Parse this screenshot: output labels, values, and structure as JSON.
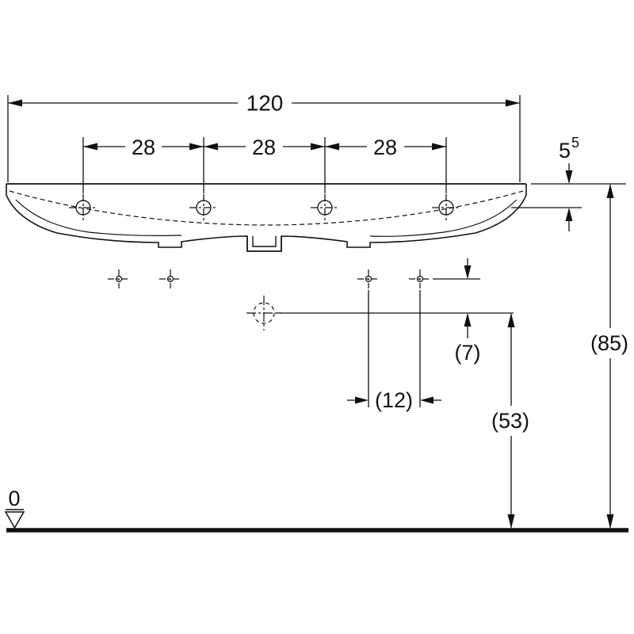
{
  "meta": {
    "background_color": "#ffffff",
    "line_color": "#111111",
    "drawing_type": "washbasin-dimension-drawing"
  },
  "labels": {
    "total_width": "120",
    "tap_spacing_left": "28",
    "tap_spacing_center": "28",
    "tap_spacing_right": "28",
    "rim_height_main": "5",
    "rim_height_sup": "5",
    "overall_height": "(85)",
    "drain_offset": "(7)",
    "bracket_spacing": "(12)",
    "drain_height": "(53)",
    "datum_zero": "0"
  }
}
